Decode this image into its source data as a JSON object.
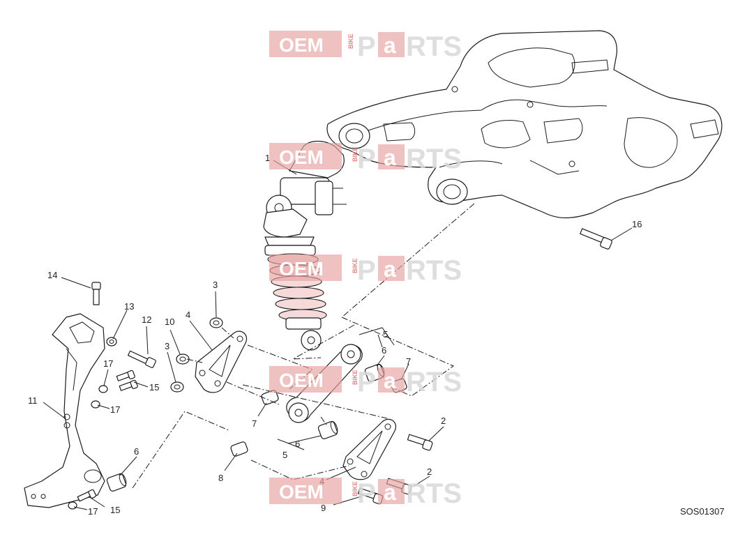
{
  "diagram": {
    "code": "SOS01307",
    "callouts": [
      "1",
      "2",
      "2",
      "3",
      "3",
      "4",
      "4",
      "5",
      "5",
      "6",
      "6",
      "6",
      "7",
      "7",
      "8",
      "9",
      "10",
      "11",
      "12",
      "13",
      "14",
      "15",
      "15",
      "16",
      "17",
      "17",
      "17"
    ]
  },
  "watermark": {
    "oem": "OEM",
    "bike": "BIKE",
    "p": "P",
    "a": "a",
    "rts": "RTS",
    "colors": {
      "box": "#e8a0a0",
      "letters": "#d9d9d9"
    }
  }
}
